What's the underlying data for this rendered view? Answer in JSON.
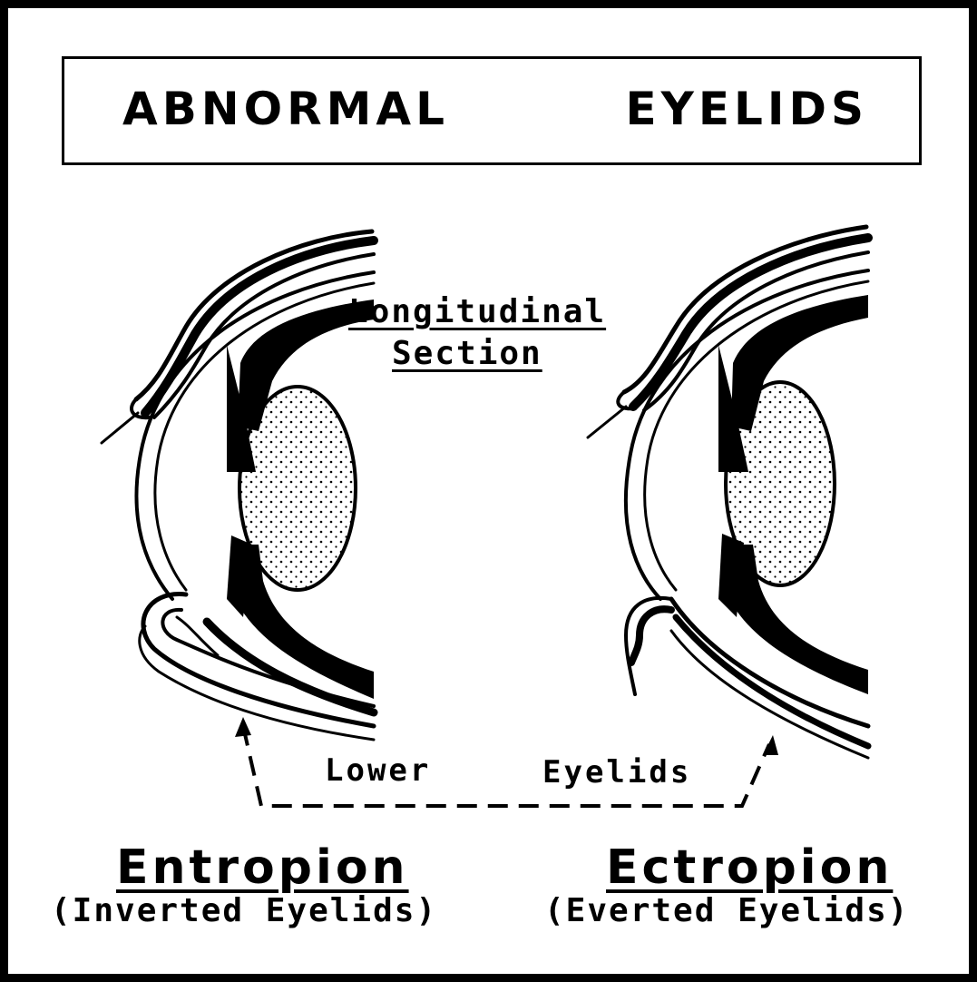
{
  "title": {
    "left_word": "ABNORMAL",
    "right_word": "EYELIDS"
  },
  "section_label": {
    "line1": "Longitudinal",
    "line2": "Section"
  },
  "lower_label": {
    "word1": "Lower",
    "word2": "Eyelids"
  },
  "left_condition": {
    "name": "Entropion",
    "description": "(Inverted Eyelids)"
  },
  "right_condition": {
    "name": "Ectropion",
    "description": "(Everted Eyelids)"
  }
}
